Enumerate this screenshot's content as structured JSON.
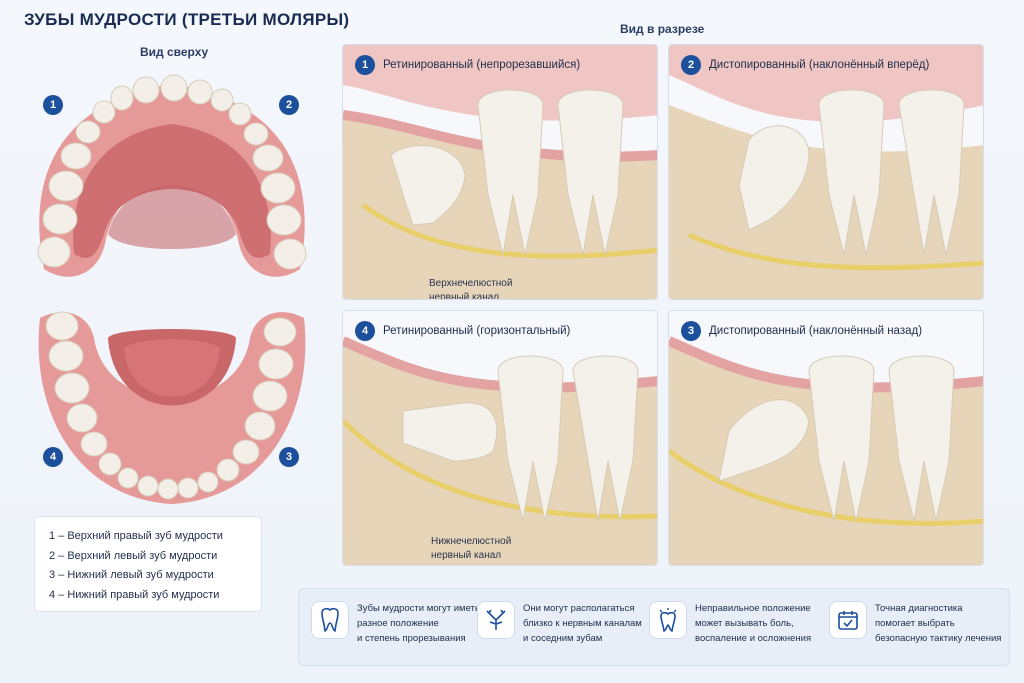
{
  "title": "ЗУБЫ МУДРОСТИ (ТРЕТЬИ МОЛЯРЫ)",
  "top_view_label": "Вид сверху",
  "section_view_label": "Вид в разрезе",
  "badges": {
    "b1": "1",
    "b2": "2",
    "b3": "3",
    "b4": "4"
  },
  "legend": [
    "1 – Верхний правый зуб мудрости",
    "2 – Верхний левый зуб мудрости",
    "3 – Нижний левый зуб мудрости",
    "4 – Нижний правый зуб мудрости"
  ],
  "panels": [
    {
      "num": "1",
      "label": "Ретинированный (непрорезавшийся)"
    },
    {
      "num": "2",
      "label": "Дистопированный (наклонённый вперёд)"
    },
    {
      "num": "4",
      "label": "Ретинированный (горизонтальный)"
    },
    {
      "num": "3",
      "label": "Дистопированный (наклонённый назад)"
    }
  ],
  "annotations": {
    "upper_canal_line1": "Верхнечелюстной",
    "upper_canal_line2": "нервный канал",
    "lower_canal_line1": "Нижнечелюстной",
    "lower_canal_line2": "нервный канал"
  },
  "facts": [
    {
      "icon": "tooth-icon",
      "lines": [
        "Зубы мудрости могут иметь",
        "разное положение",
        "и степень прорезывания"
      ]
    },
    {
      "icon": "nerve-icon",
      "lines": [
        "Они могут располагаться",
        "близко к нервным каналам",
        "и соседним зубам"
      ]
    },
    {
      "icon": "tooth-pain-icon",
      "lines": [
        "Неправильное положение",
        "может вызывать боль,",
        "воспаление и осложнения"
      ]
    },
    {
      "icon": "calendar-check-icon",
      "lines": [
        "Точная диагностика",
        "помогает выбрать",
        "безопасную тактику лечения"
      ]
    }
  ],
  "colors": {
    "accent": "#1c4f9c",
    "gum": "#e9a7a6",
    "bone": "#e8d8bf",
    "tooth": "#f4f1ea",
    "nerve": "#e9cf6a"
  }
}
